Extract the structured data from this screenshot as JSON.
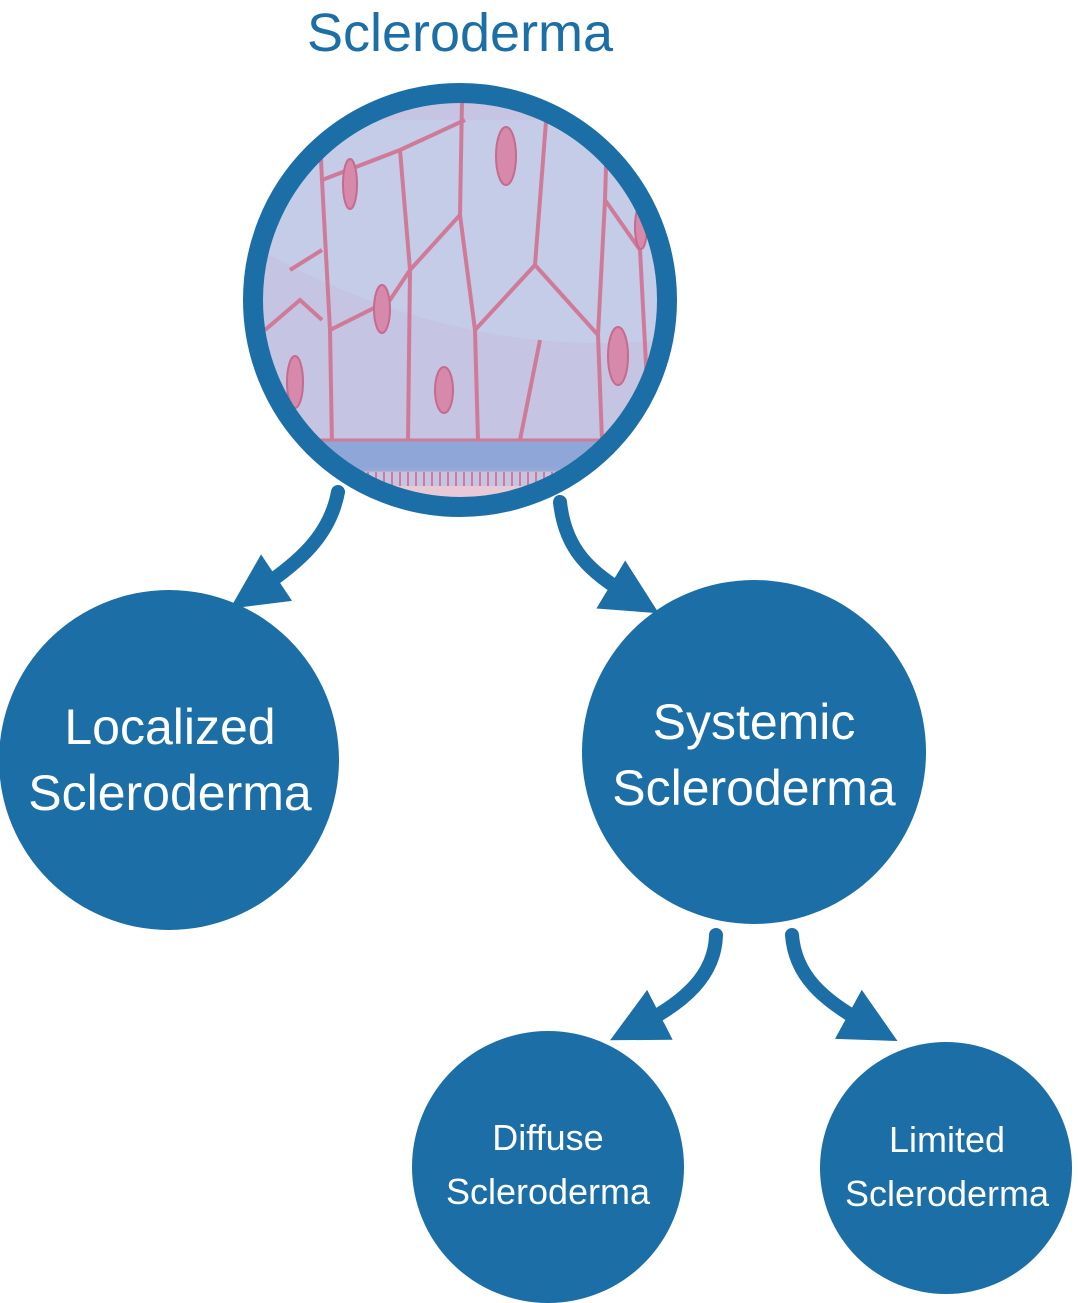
{
  "title": "Scleroderma",
  "colors": {
    "primary": "#1b6ea6",
    "tissue_fill": "#c9c8e4",
    "cell_line": "#d07a9a",
    "nucleus": "#d689ab",
    "membrane": "#8ea6d8",
    "text_on_node": "#ffffff"
  },
  "illustration": {
    "name": "skin-tissue-cells-illustration"
  },
  "nodes": {
    "localized": {
      "line1": "Localized",
      "line2": "Scleroderma"
    },
    "systemic": {
      "line1": "Systemic",
      "line2": "Scleroderma"
    },
    "diffuse": {
      "line1": "Diffuse",
      "line2": "Scleroderma"
    },
    "limited": {
      "line1": "Limited",
      "line2": "Scleroderma"
    }
  },
  "edges": [
    {
      "from": "root",
      "to": "localized"
    },
    {
      "from": "root",
      "to": "systemic"
    },
    {
      "from": "systemic",
      "to": "diffuse"
    },
    {
      "from": "systemic",
      "to": "limited"
    }
  ]
}
